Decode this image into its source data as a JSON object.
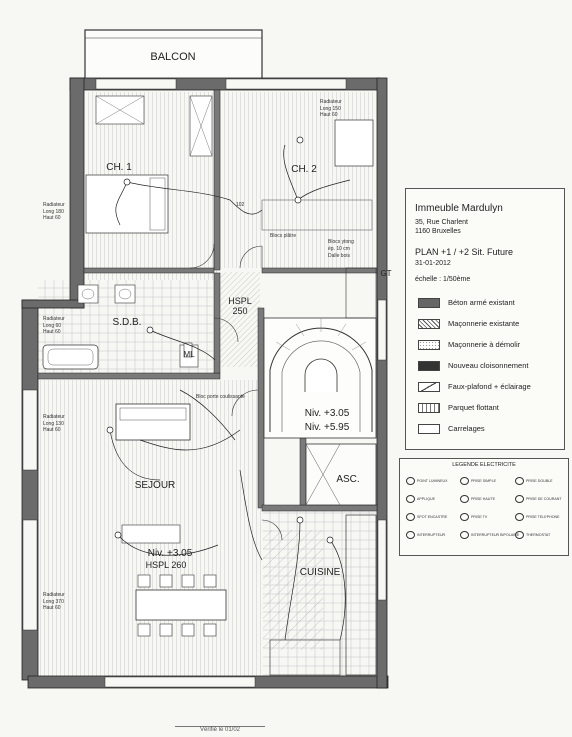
{
  "rooms": {
    "balcon": "BALCON",
    "ch1": "CH. 1",
    "ch2": "CH. 2",
    "sdb": "S.D.B.",
    "hspl_small": "HSPL",
    "hspl_small_val": "250",
    "sejour": "SEJOUR",
    "sejour_niv": "Niv. +3.05",
    "sejour_hspl": "HSPL 260",
    "stair_niv1": "Niv. +3.05",
    "stair_niv2": "Niv. +5.95",
    "asc": "ASC.",
    "cuisine": "CUISINE",
    "gt": "GT",
    "ml": "ML"
  },
  "notes": {
    "radiateur": "Radiateur",
    "ch1_rad_dims": "Long 180\nHaut 60",
    "ch2_rad_dims": "Long 150\nHaut 60",
    "sdb_rad_dims": "Long 60\nHaut 60",
    "sejour_rad1_dims": "Long 60\nHaut 60",
    "sejour_rad2_dims": "Long 130\nHaut 60",
    "sejour_rad3_dims": "Long 370\nHaut 60",
    "blocs_ytong": "Blocs ytong",
    "dalle_bois": "Dalle bois",
    "blocs_platre": "Blocs plâtre",
    "ep10": "ép. 10 cm",
    "porte_coulis": "Bloc porte coulissante",
    "cote_102": "102"
  },
  "legend": {
    "building": "Immeuble Mardulyn",
    "address1": "35, Rue Charlent",
    "address2": "1160 Bruxelles",
    "plan": "PLAN +1 / +2 Sit. Future",
    "date": "31-01-2012",
    "scale": "échelle : 1/50ème",
    "items": [
      {
        "label": "Béton armé existant",
        "pattern": "solid-gray"
      },
      {
        "label": "Maçonnerie existante",
        "pattern": "hatch"
      },
      {
        "label": "Maçonnerie à démolir",
        "pattern": "dotted"
      },
      {
        "label": "Nouveau cloisonnement",
        "pattern": "solid-dark"
      },
      {
        "label": "Faux-plafond + éclairage",
        "pattern": "diagonal"
      },
      {
        "label": "Parquet flottant",
        "pattern": "vertical"
      },
      {
        "label": "Carrelages",
        "pattern": "empty"
      }
    ]
  },
  "electric_legend": {
    "title": "LEGENDE ELECTRICITE",
    "items": [
      "POINT LUMINEUX",
      "PRISE SIMPLE",
      "PRISE DOUBLE",
      "APPLIQUE",
      "PRISE HAUTE",
      "PRISE DE COURANT",
      "SPOT ENCASTRE",
      "PRISE TV",
      "PRISE TELEPHONE",
      "INTERRUPTEUR",
      "INTERRUPTEUR BIPOLAIRE",
      "THERMOSTAT"
    ]
  },
  "footer": "Vérifié le 01/02"
}
